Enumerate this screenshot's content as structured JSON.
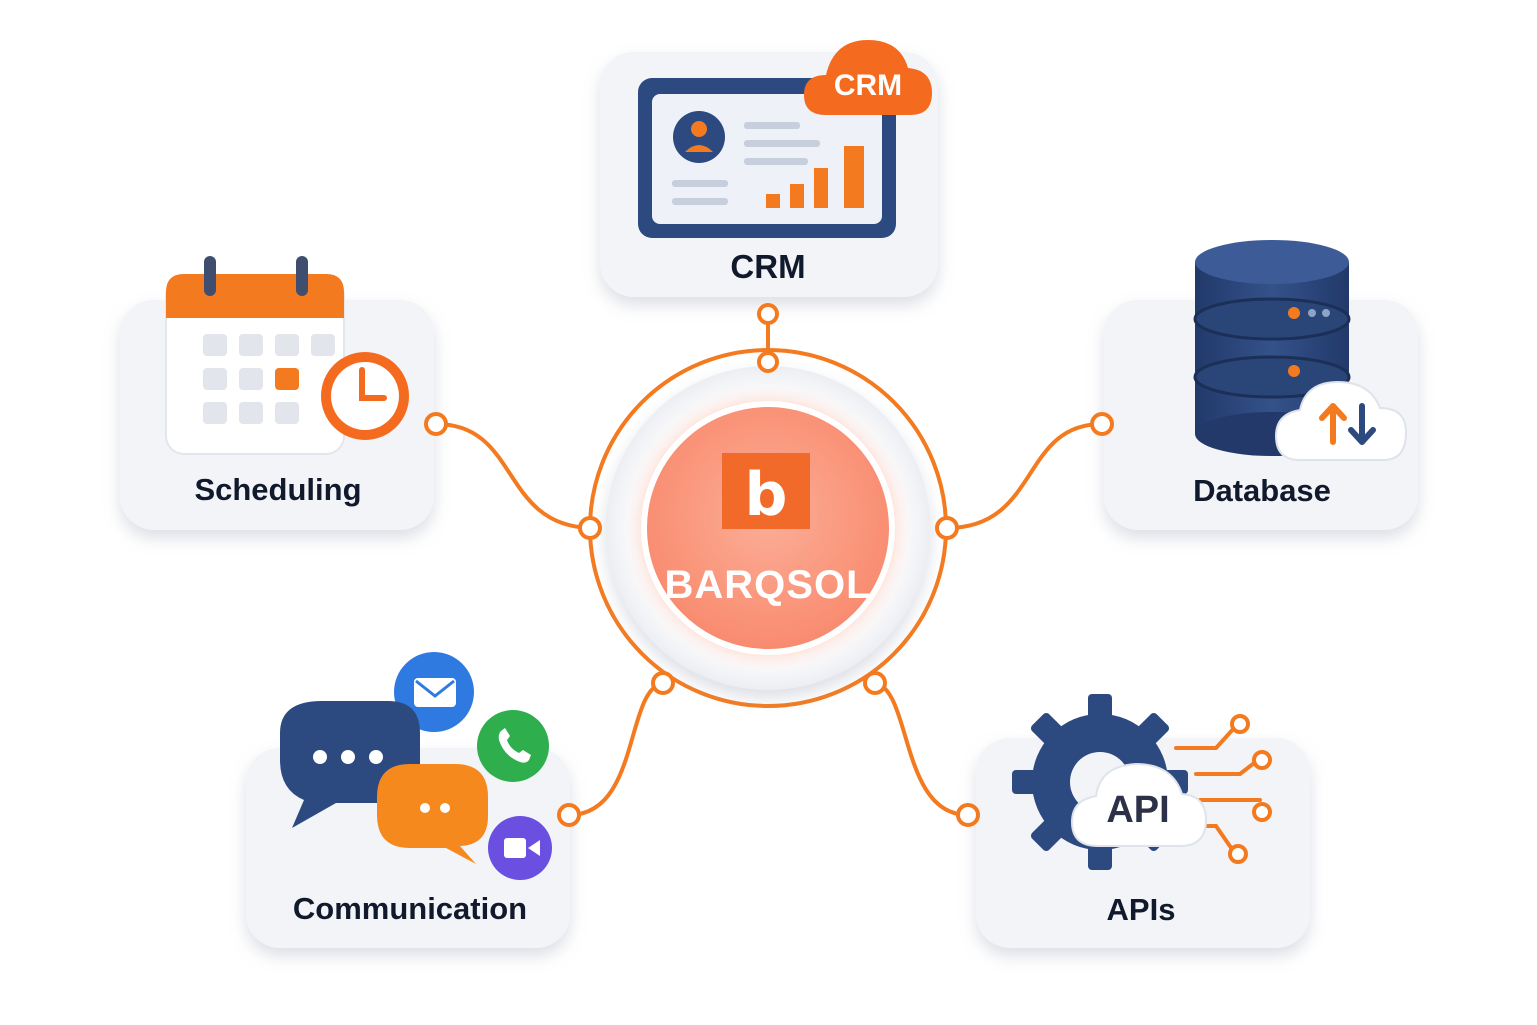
{
  "hub": {
    "logo_letter": "b",
    "name": "BARQSOL"
  },
  "nodes": {
    "crm": {
      "label": "CRM",
      "badge": "CRM"
    },
    "scheduling": {
      "label": "Scheduling"
    },
    "database": {
      "label": "Database"
    },
    "communication": {
      "label": "Communication"
    },
    "apis": {
      "label": "APIs",
      "badge": "API"
    }
  },
  "colors": {
    "accent": "#f47a20",
    "hub_fill": "#fb9a80",
    "navy": "#2c4a80",
    "card_bg": "#f3f4f7",
    "text": "#111a2c",
    "green": "#2fae4e",
    "blue": "#2f7ae0",
    "purple": "#6a4fe0"
  },
  "icons": [
    "calendar-clock-icon",
    "crm-dashboard-icon",
    "database-cloud-sync-icon",
    "chat-bubbles-icon",
    "gear-api-icon"
  ]
}
